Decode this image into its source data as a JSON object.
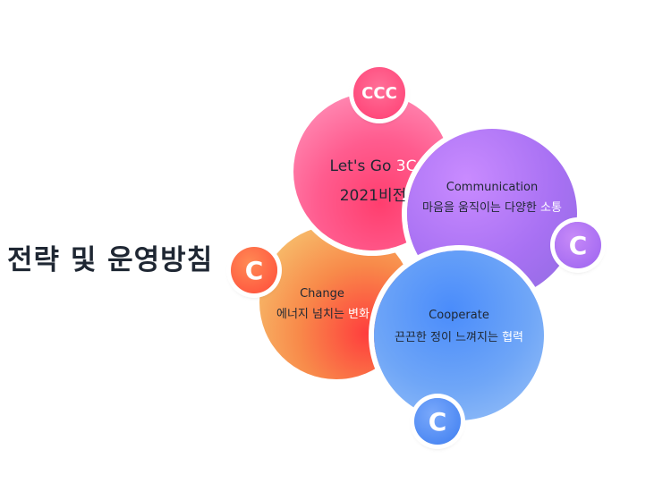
{
  "title": "전략 및 운영방침",
  "center": {
    "badge": "CCC",
    "line1": "Let's Go ",
    "line1_highlight": "3C",
    "line2": "2021비전"
  },
  "communication": {
    "badge": "C",
    "title": "Communication",
    "desc": "마음을 움직이는 다양한 ",
    "desc_highlight": "소통"
  },
  "change": {
    "badge": "C",
    "title": "Change",
    "desc": "에너지 넘치는 ",
    "desc_highlight": "변화"
  },
  "cooperate": {
    "badge": "C",
    "title": "Cooperate",
    "desc": "끈끈한 정이 느껴지는 ",
    "desc_highlight": "협력"
  },
  "colors": {
    "title": "#1f2733",
    "center": "#ff4f7e",
    "communication": "#a871f3",
    "change": "#f88a4a",
    "cooperate": "#5a96f8"
  }
}
